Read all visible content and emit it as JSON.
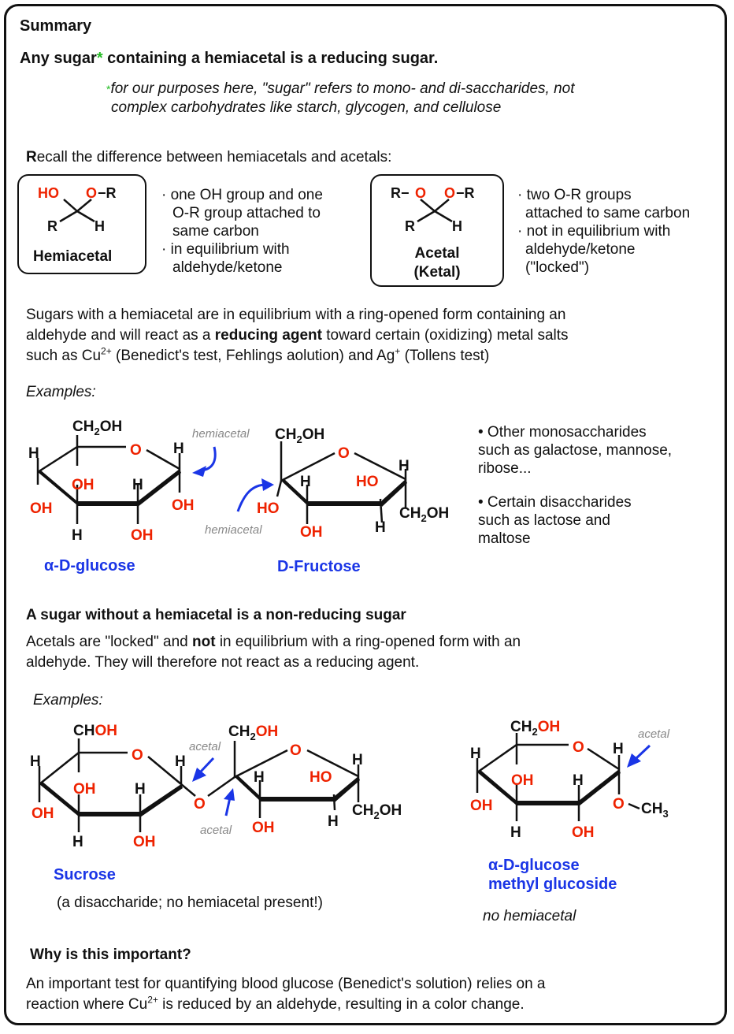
{
  "summary": {
    "title": "Summary",
    "lead_pre": "Any sugar",
    "lead_asterisk": "*",
    "lead_post": " containing a hemiacetal is a reducing sugar.",
    "footnote_asterisk": "*",
    "footnote_line1": "for our purposes here, \"sugar\" refers to mono- and di-saccharides, not",
    "footnote_line2": "complex carbohydrates like starch, glycogen, and cellulose"
  },
  "recall": {
    "first_letter": "R",
    "rest": "ecall the difference between hemiacetals and acetals:",
    "hemiacetal": {
      "label": "Hemiacetal",
      "atoms": {
        "ho": "HO",
        "o": "O",
        "dash_r": "−R",
        "r": "R",
        "h": "H"
      },
      "bullets": [
        "one OH group and one",
        "O-R group attached to",
        "same carbon",
        "in equilibrium with",
        "aldehyde/ketone"
      ]
    },
    "acetal": {
      "label_line1": "Acetal",
      "label_line2": "(Ketal)",
      "atoms": {
        "r_dash": "R−",
        "o1": "O",
        "o2": "O",
        "dash_r": "−R",
        "r": "R",
        "h": "H"
      },
      "bullets": [
        "two O-R groups",
        "attached to same carbon",
        "not in equilibrium with",
        "aldehyde/ketone",
        "(\"locked\")"
      ]
    }
  },
  "reducing": {
    "line1": "Sugars with a hemiacetal are in equilibrium with a ring-opened form containing an",
    "line2_pre": "aldehyde and will react as a ",
    "line2_bold": "reducing agent",
    "line2_post": " toward certain (oxidizing) metal salts",
    "line3_a": "such as Cu",
    "line3_sup1": "2+",
    "line3_b": " (Benedict's test, Fehlings aolution) and Ag",
    "line3_sup2": "+",
    "line3_c": " (Tollens test)",
    "examples_label": "Examples:",
    "glucose_name": "α-D-glucose",
    "fructose_name": "D-Fructose",
    "hemiacetal_note": "hemiacetal",
    "other_bullets": [
      {
        "line1": "• Other monosaccharides",
        "line2": "such as galactose, mannose,",
        "line3": "ribose..."
      },
      {
        "line1": "• Certain disaccharides",
        "line2": "such as lactose and",
        "line3": "maltose"
      }
    ]
  },
  "nonreducing": {
    "heading": "A sugar without a hemiacetal is a non-reducing sugar",
    "line1_pre": "Acetals are \"locked\" and ",
    "line1_bold": "not",
    "line1_post": " in equilibrium with a ring-opened form with an",
    "line2": "aldehyde. They will therefore not react as a reducing agent.",
    "examples_label": "Examples:",
    "acetal_note": "acetal",
    "sucrose_name": "Sucrose",
    "sucrose_note": "(a disaccharide; no hemiacetal present!)",
    "methyl_name_line1": "α-D-glucose",
    "methyl_name_line2": "methyl glucoside",
    "methyl_note": "no hemiacetal"
  },
  "why": {
    "heading": "Why is this important?",
    "line1": "An important test for quantifying blood glucose (Benedict's solution) relies on a",
    "line2_a": "reaction where Cu",
    "line2_sup": "2+",
    "line2_b": " is reduced by an aldehyde, resulting in a color change."
  },
  "atoms": {
    "ch2oh_c": "CH",
    "sub2": "2",
    "sub3": "3",
    "oh": "OH",
    "ho": "HO",
    "h": "H",
    "o": "O",
    "cho": "CH",
    "ch3": "CH"
  },
  "colors": {
    "oxygen": "#ee2200",
    "name_blue": "#1a35e6",
    "asterisk_green": "#22bb22",
    "note_grey": "#888888"
  }
}
